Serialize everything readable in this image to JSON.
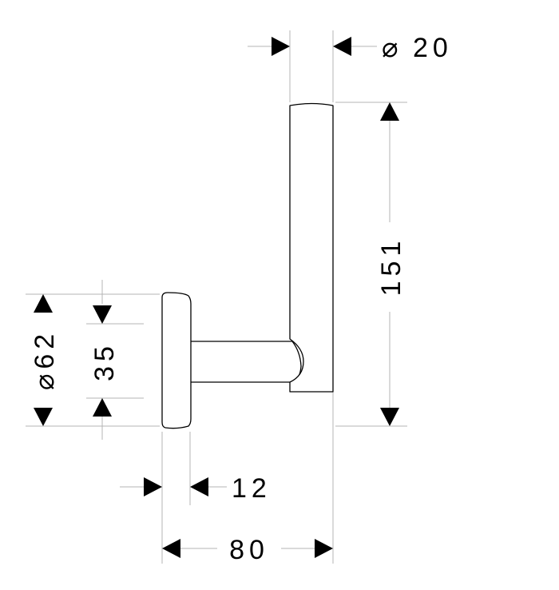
{
  "diagram": {
    "dimensions": {
      "top_diameter": {
        "symbol": "⌀",
        "value": "20"
      },
      "height": {
        "value": "151"
      },
      "base_diameter": {
        "symbol": "⌀",
        "value": "62"
      },
      "arm_height": {
        "value": "35"
      },
      "base_thickness": {
        "value": "12"
      },
      "projection": {
        "value": "80"
      }
    },
    "colors": {
      "outline": "#000000",
      "extension_lines": "#b4b4b4",
      "arrows": "#000000"
    }
  }
}
